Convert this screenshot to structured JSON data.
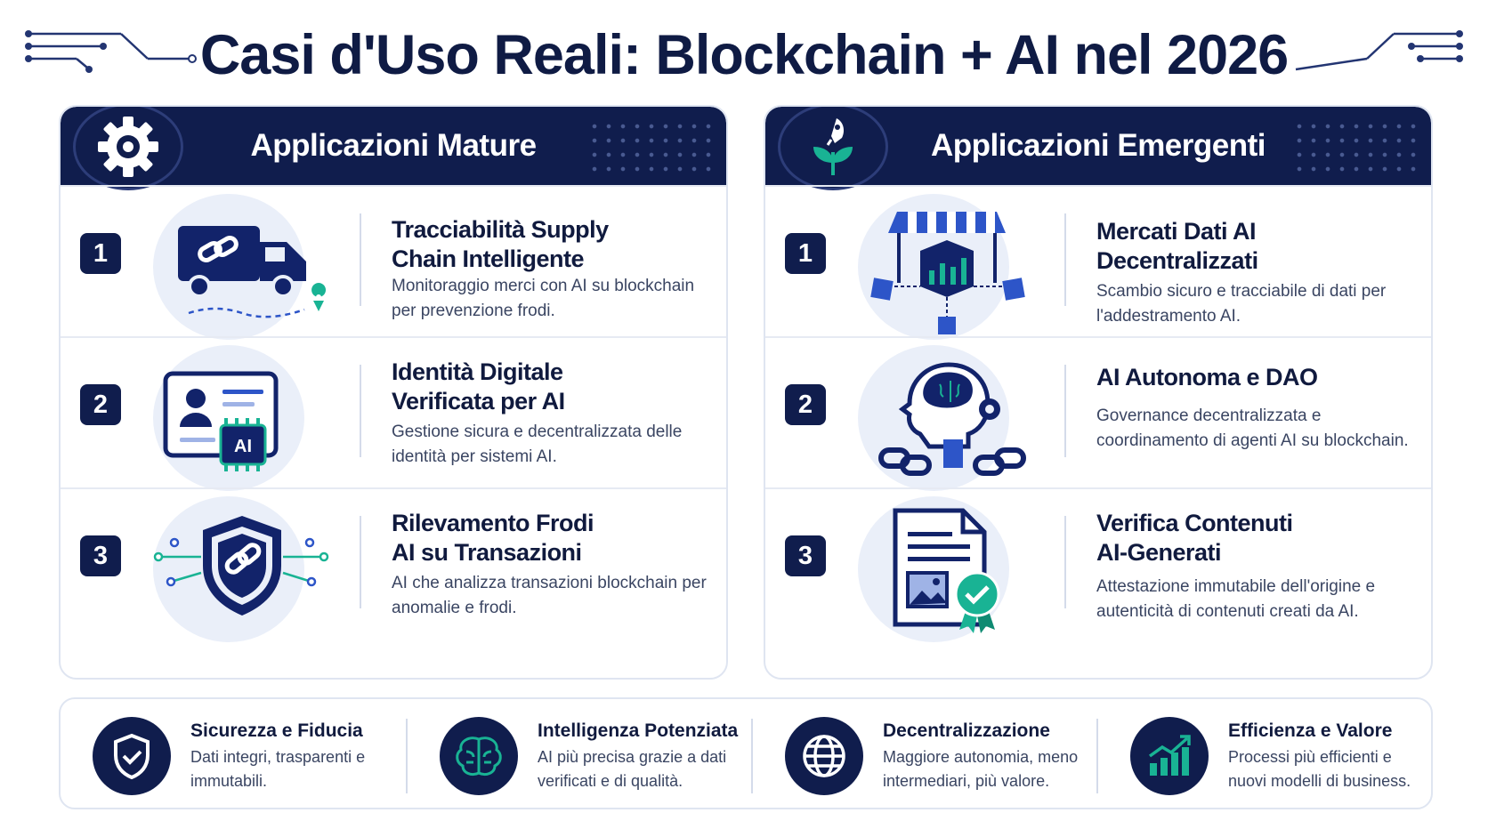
{
  "title": "Casi d'Uso Reali: Blockchain + AI nel 2026",
  "left_panel": {
    "title": "Applicazioni Mature",
    "badge_icon": "gear-icon",
    "items": [
      {
        "num": "1",
        "title_line1": "Tracciabilità Supply",
        "title_line2": "Chain Intelligente",
        "desc": "Monitoraggio merci con AI su blockchain per prevenzione frodi.",
        "icon": "truck-chain-icon"
      },
      {
        "num": "2",
        "title_line1": "Identità Digitale",
        "title_line2": "Verificata per AI",
        "desc": "Gestione sicura e decentralizzata delle identità per sistemi AI.",
        "icon": "id-card-ai-icon",
        "icon_label": "AI"
      },
      {
        "num": "3",
        "title_line1": "Rilevamento Frodi",
        "title_line2": "AI su Transazioni",
        "desc": "AI che analizza transazioni blockchain per anomalie e frodi.",
        "icon": "shield-chain-icon"
      }
    ]
  },
  "right_panel": {
    "title": "Applicazioni Emergenti",
    "badge_icon": "rocket-plant-icon",
    "items": [
      {
        "num": "1",
        "title_line1": "Mercati Dati AI",
        "title_line2": "Decentralizzati",
        "desc": "Scambio sicuro e tracciabile di dati per l'addestramento AI.",
        "icon": "data-market-icon"
      },
      {
        "num": "2",
        "title_line1": "AI Autonoma e DAO",
        "title_line2": "",
        "desc": "Governance decentralizzata e coordinamento di agenti AI su blockchain.",
        "icon": "robot-head-icon"
      },
      {
        "num": "3",
        "title_line1": "Verifica Contenuti",
        "title_line2": "AI-Generati",
        "desc": "Attestazione immutabile dell'origine e autenticità di contenuti creati da AI.",
        "icon": "document-check-icon"
      }
    ]
  },
  "benefits": [
    {
      "title": "Sicurezza e Fiducia",
      "desc": "Dati integri, trasparenti e immutabili.",
      "icon": "shield-check-icon"
    },
    {
      "title": "Intelligenza Potenziata",
      "desc": "AI più precisa grazie a dati verificati e di qualità.",
      "icon": "brain-icon"
    },
    {
      "title": "Decentralizzazione",
      "desc": "Maggiore autonomia, meno intermediari, più valore.",
      "icon": "globe-icon"
    },
    {
      "title": "Efficienza e Valore",
      "desc": "Processi più efficienti e nuovi modelli di business.",
      "icon": "growth-chart-icon"
    }
  ],
  "colors": {
    "navy": "#101d4d",
    "blue": "#2d55c8",
    "teal": "#19b394",
    "light_bg": "#eaeff9"
  }
}
